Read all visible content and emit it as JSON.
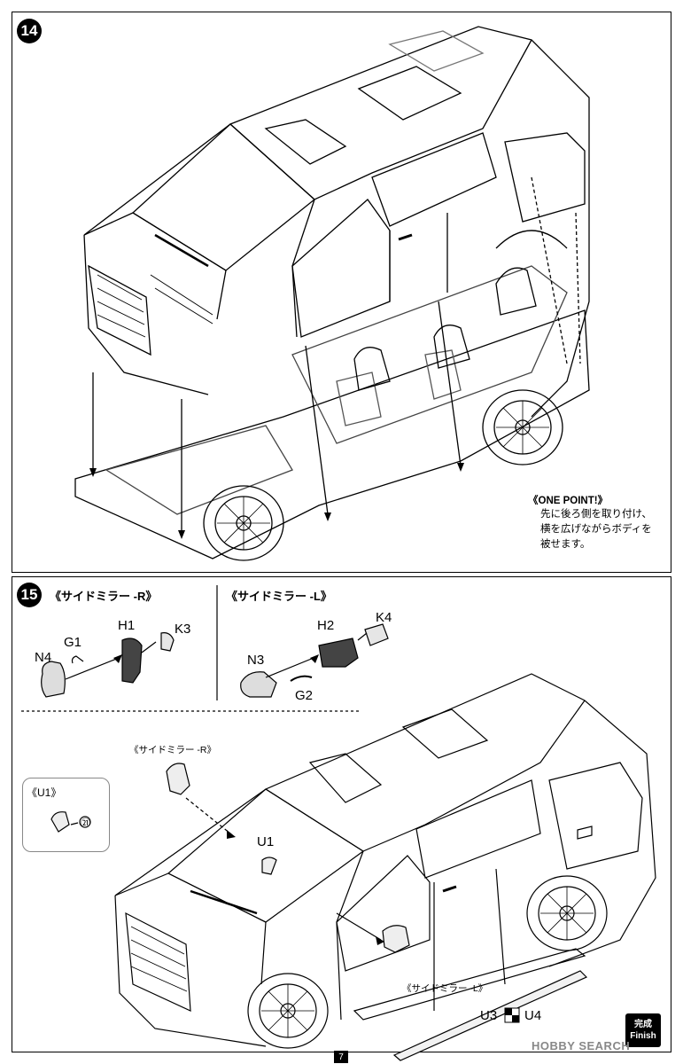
{
  "step14": {
    "number": "14",
    "one_point_title": "《ONE POINT!》",
    "one_point_lines": [
      "先に後ろ側を取り付け、",
      "横を広げながらボディを",
      "被せます。"
    ]
  },
  "step15": {
    "number": "15",
    "mirror_r_title": "《サイドミラー -R》",
    "mirror_l_title": "《サイドミラー -L》",
    "parts_r": {
      "n": "N4",
      "g": "G1",
      "h": "H1",
      "k": "K3"
    },
    "parts_l": {
      "n": "N3",
      "g": "G2",
      "h": "H2",
      "k": "K4"
    },
    "u1_title": "《U1》",
    "u1_ref": "㉑",
    "callout_mirror_r": "《サイドミラー -R》",
    "callout_u1": "U1",
    "callout_mirror_l": "《サイドミラー -L》",
    "u3": "U3",
    "u4": "U4"
  },
  "finish": {
    "jp": "完成",
    "en": "Finish"
  },
  "page_number": "7",
  "watermark": "HOBBY SEARCH"
}
